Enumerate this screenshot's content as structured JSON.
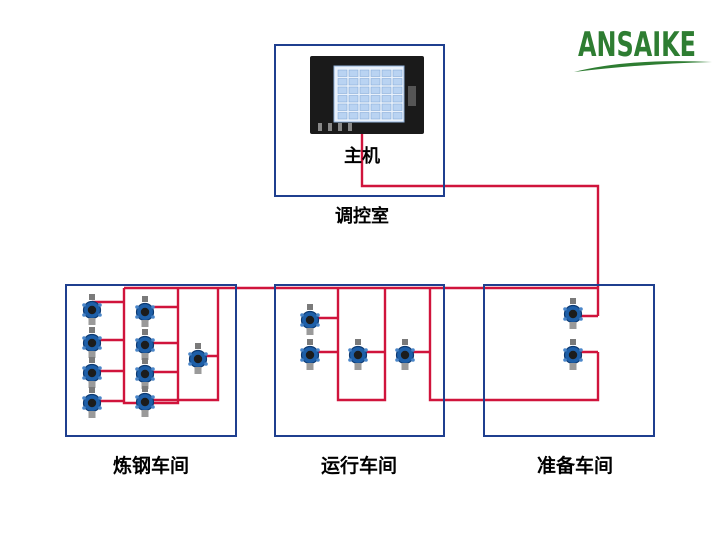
{
  "logo": {
    "text": "ANSAIKE",
    "color": "#2e7d32"
  },
  "control_room": {
    "label": "调控室",
    "host_label": "主机"
  },
  "workshops": [
    {
      "label": "炼钢车间"
    },
    {
      "label": "运行车间"
    },
    {
      "label": "准备车间"
    }
  ],
  "colors": {
    "box_border": "#1f3f8f",
    "wire": "#d0143c",
    "detector": "#1e5fa8"
  },
  "icons": {
    "detector": "gas-detector-icon",
    "host": "controller-monitor-icon"
  }
}
